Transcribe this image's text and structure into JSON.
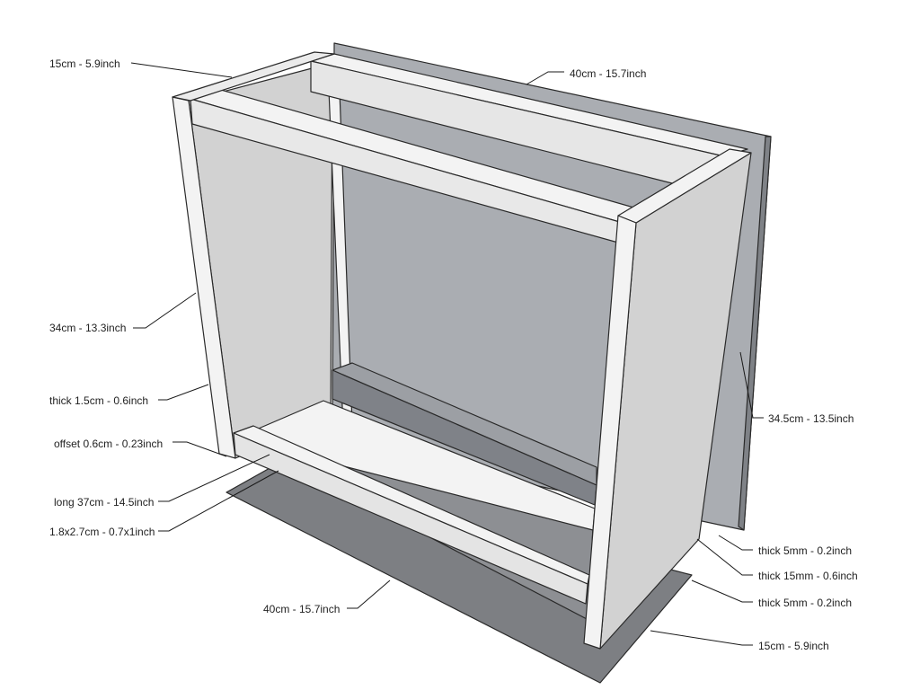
{
  "colors": {
    "background": "#ffffff",
    "back_panel": "#aaadb2",
    "back_panel_edge": "#7f8287",
    "side_panel": "#d2d2d2",
    "board_face": "#f3f3f3",
    "board_shade": "#dedede",
    "bottom_panel": "#8d8f93",
    "base_panel": "#7d7f83",
    "dark_rail": "#7f8288"
  },
  "labels": {
    "top_depth": "15cm -  5.9inch",
    "top_width": "40cm - 15.7inch",
    "side_height": "34cm - 13.3inch",
    "side_thick": "thick 1.5cm - 0.6inch",
    "offset": "offset 0.6cm - 0.23inch",
    "rail_long": "long 37cm - 14.5inch",
    "rail_section": "1.8x2.7cm - 0.7x1inch",
    "bottom_width": "40cm - 15.7inch",
    "back_height": "34.5cm - 13.5inch",
    "back_thick": "thick 5mm - 0.2inch",
    "frame_thick": "thick 15mm - 0.6inch",
    "base_thick": "thick 5mm - 0.2inch",
    "base_depth": "15cm - 5.9inch"
  }
}
